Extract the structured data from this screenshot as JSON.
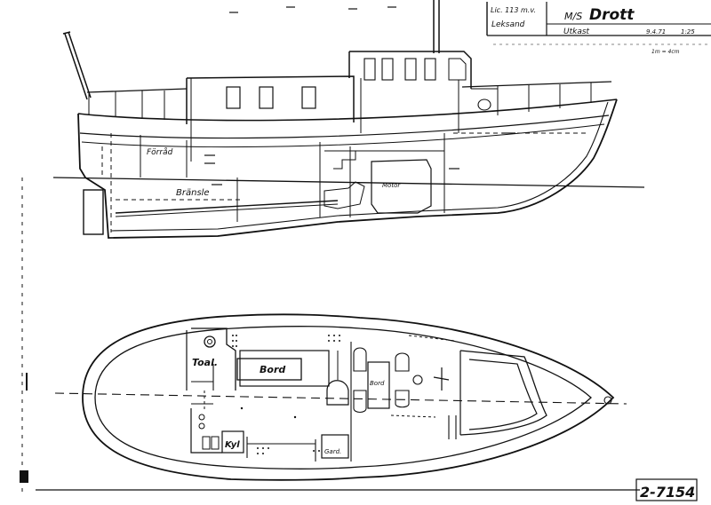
{
  "title_block": {
    "line1": "Lic. 113 m.v.",
    "place": "Leksand",
    "vessel_prefix": "M/S",
    "vessel_name": "Drott",
    "subtitle": "Utkast",
    "date": "9.4.71",
    "scale": "1:25",
    "scale_note": "1m = 4cm"
  },
  "profile_labels": {
    "forrad": "Förråd",
    "bransle": "Bränsle",
    "motor": "Motor"
  },
  "plan_labels": {
    "toal": "Toal.",
    "bord_main": "Bord",
    "bord_small": "Bord",
    "kyl": "Kyl",
    "gard": "Gard."
  },
  "drawing_number": "2-7154"
}
